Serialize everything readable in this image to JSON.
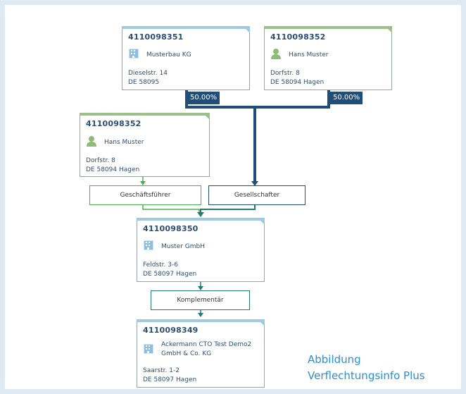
{
  "cards": [
    {
      "id": "4110098351",
      "type": "company",
      "name_lines": [
        "Musterbau KG"
      ],
      "address_lines": [
        "Dieselstr. 14",
        "DE 58095"
      ],
      "accent": "#9ec8e6"
    },
    {
      "id": "4110098352",
      "type": "person",
      "name_lines": [
        "Hans Muster"
      ],
      "address_lines": [
        "Dorfstr. 8",
        "DE 58094 Hagen"
      ],
      "accent": "#9bc08a"
    },
    {
      "id": "4110098352",
      "type": "person",
      "name_lines": [
        "Hans Muster"
      ],
      "address_lines": [
        "Dorfstr. 8",
        "DE 58094 Hagen"
      ],
      "accent": "#9bc08a"
    },
    {
      "id": "4110098350",
      "type": "company",
      "name_lines": [
        "Muster GmbH"
      ],
      "address_lines": [
        "Feldstr. 3-6",
        "DE 58097 Hagen"
      ],
      "accent": "#9ec8e6"
    },
    {
      "id": "4110098349",
      "type": "company",
      "name_lines": [
        "Ackermann CTO Test Demo2",
        "GmbH & Co. KG"
      ],
      "address_lines": [
        "Saarstr. 1-2",
        "DE 58097 Hagen"
      ],
      "accent": "#9ec8e6"
    }
  ],
  "shares": {
    "left": "50.00%",
    "right": "50.00%"
  },
  "relations": {
    "geschaeftsfuehrer": "Geschäftsführer",
    "gesellschafter": "Gesellschafter",
    "komplementaer": "Komplementär"
  },
  "caption": {
    "line1": "Abbildung",
    "line2": "Verflechtungsinfo Plus"
  },
  "colors": {
    "shareholder_line": "#1f4e79",
    "manager_line": "#4caf50",
    "complementary_line": "#237a72",
    "text": "#2d4e73",
    "caption": "#2f8ed5"
  }
}
